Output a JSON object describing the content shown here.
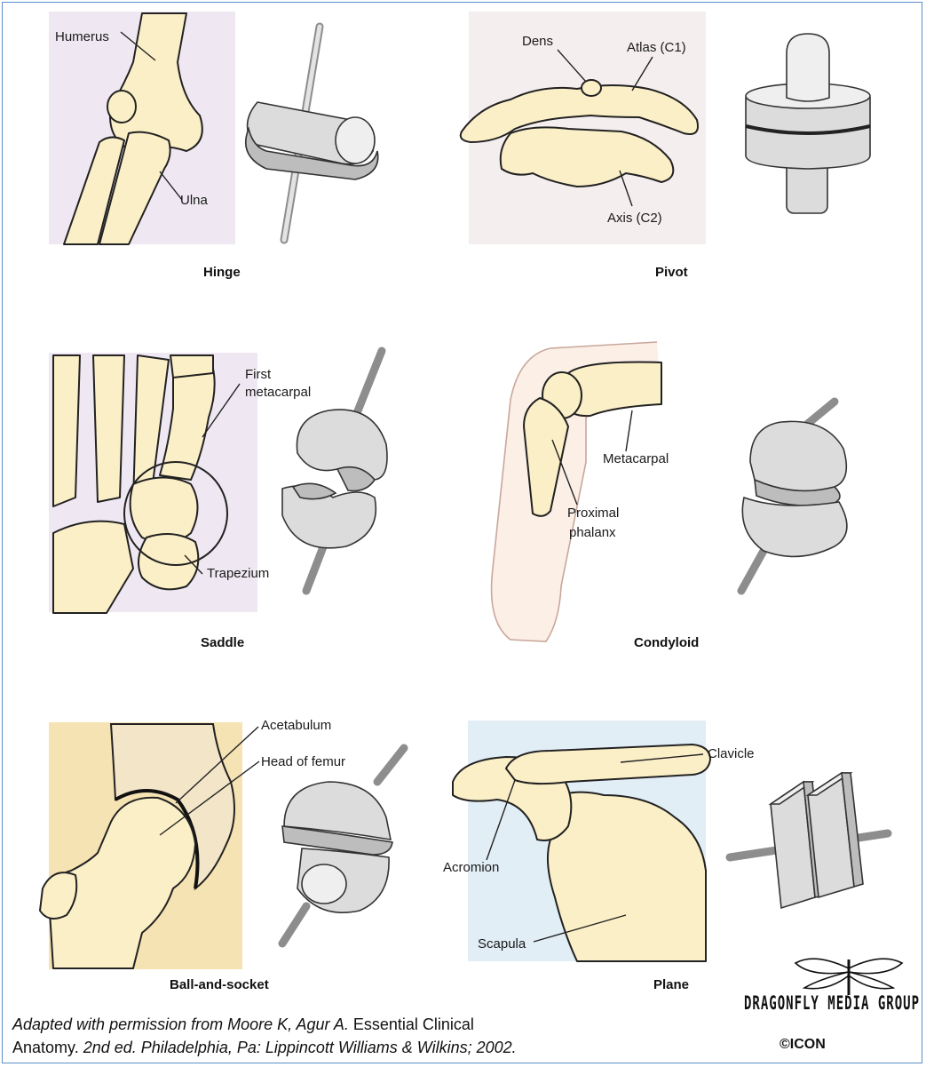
{
  "panels": {
    "hinge": {
      "caption": "Hinge",
      "labels": {
        "humerus": "Humerus",
        "ulna": "Ulna"
      }
    },
    "pivot": {
      "caption": "Pivot",
      "labels": {
        "dens": "Dens",
        "atlas": "Atlas (C1)",
        "axis": "Axis (C2)"
      }
    },
    "saddle": {
      "caption": "Saddle",
      "labels": {
        "first_metacarpal_1": "First",
        "first_metacarpal_2": "metacarpal",
        "trapezium": "Trapezium"
      }
    },
    "condyloid": {
      "caption": "Condyloid",
      "labels": {
        "metacarpal": "Metacarpal",
        "proximal_phalanx_1": "Proximal",
        "proximal_phalanx_2": "phalanx"
      }
    },
    "ball_and_socket": {
      "caption": "Ball-and-socket",
      "labels": {
        "acetabulum": "Acetabulum",
        "head_of_femur": "Head of femur"
      }
    },
    "plane": {
      "caption": "Plane",
      "labels": {
        "clavicle": "Clavicle",
        "acromion": "Acromion",
        "scapula": "Scapula"
      }
    }
  },
  "credit": {
    "italic_1": "Adapted with permission from Moore K, Agur A.",
    "normal_1": "Essential Clinical",
    "normal_2": "Anatomy.",
    "italic_2": "2nd ed. Philadelphia, Pa: Lippincott Williams & Wilkins; 2002."
  },
  "logo": {
    "text": "DRAGONFLY MEDIA GROUP",
    "icon_text": "©ICON",
    "colors": {
      "ink": "#111111"
    }
  },
  "colors": {
    "bone_fill": "#fbefc7",
    "panel_bg_lavender": "#efe8f2",
    "panel_bg_pink": "#f5eeee",
    "panel_bg_blue": "#e2eef6",
    "panel_bg_tan": "#f6e3b4",
    "metal": "#dcdcdc",
    "frame": "#5b8fc9"
  }
}
